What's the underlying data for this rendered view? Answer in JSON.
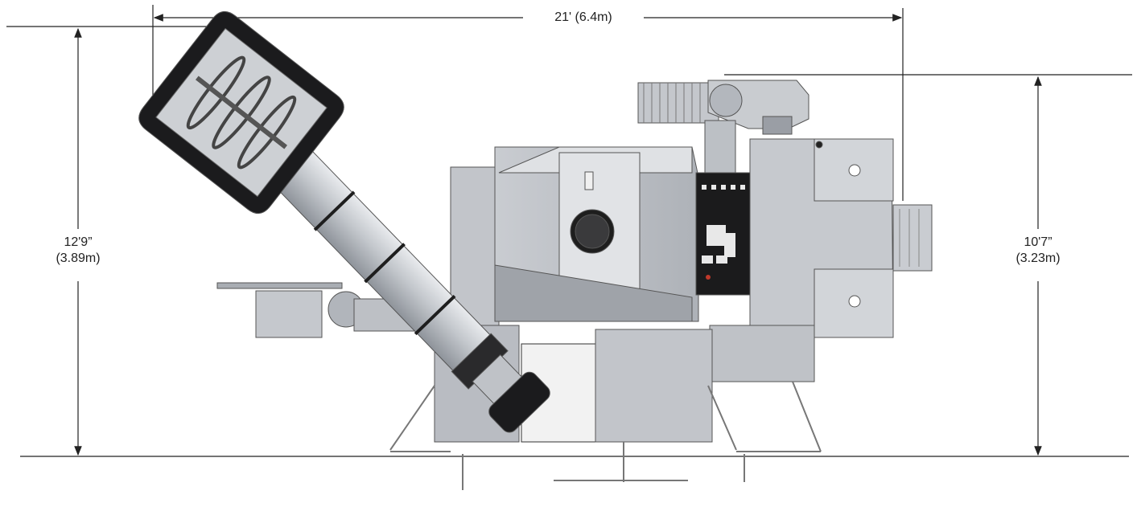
{
  "dimensions": {
    "width": {
      "primary": "21' (6.4m)"
    },
    "overall_height": {
      "primary": "12'9”",
      "secondary": "(3.89m)"
    },
    "body_height": {
      "primary": "10'7”",
      "secondary": "(3.23m)"
    }
  },
  "colors": {
    "line": "#222222",
    "metal_light": "#d6d8dc",
    "metal_mid": "#b7bbc1",
    "metal_dark": "#8d9299",
    "hopper": "#1c1c1e",
    "panel": "#1a1a1a"
  }
}
